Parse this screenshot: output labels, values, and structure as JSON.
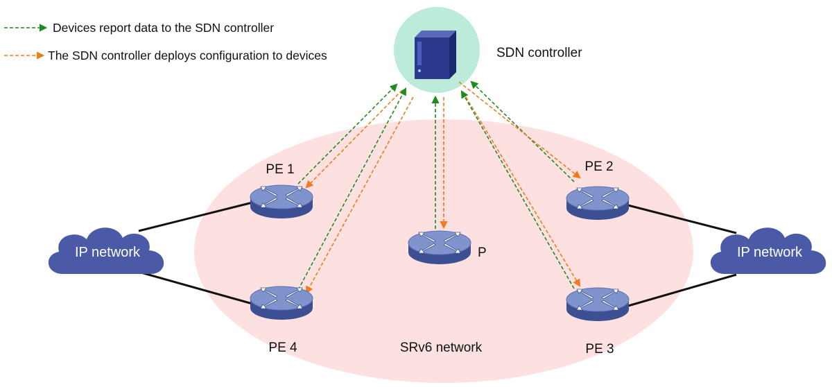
{
  "legend": {
    "report": "Devices report data to the SDN controller",
    "deploy": "The SDN controller deploys configuration to devices"
  },
  "colors": {
    "report_arrow": "#1f8a1f",
    "deploy_arrow": "#f07b1e",
    "srv6_area": "#fde0e0",
    "controller_disc": "#bdebd9",
    "cloud": "#4a5aa6",
    "router_top": "#7f93cc",
    "router_side": "#3c4f92",
    "server_body": "#2b3a8c"
  },
  "controller": {
    "label": "SDN controller",
    "icon": "server-icon"
  },
  "network": {
    "label": "SRv6 network"
  },
  "devices": {
    "pe1": {
      "label": "PE 1",
      "icon": "router-icon"
    },
    "pe2": {
      "label": "PE 2",
      "icon": "router-icon"
    },
    "pe3": {
      "label": "PE 3",
      "icon": "router-icon"
    },
    "pe4": {
      "label": "PE 4",
      "icon": "router-icon"
    },
    "p": {
      "label": "P",
      "icon": "router-icon"
    }
  },
  "clouds": {
    "left": {
      "label": "IP network",
      "icon": "cloud-icon"
    },
    "right": {
      "label": "IP network",
      "icon": "cloud-icon"
    }
  }
}
